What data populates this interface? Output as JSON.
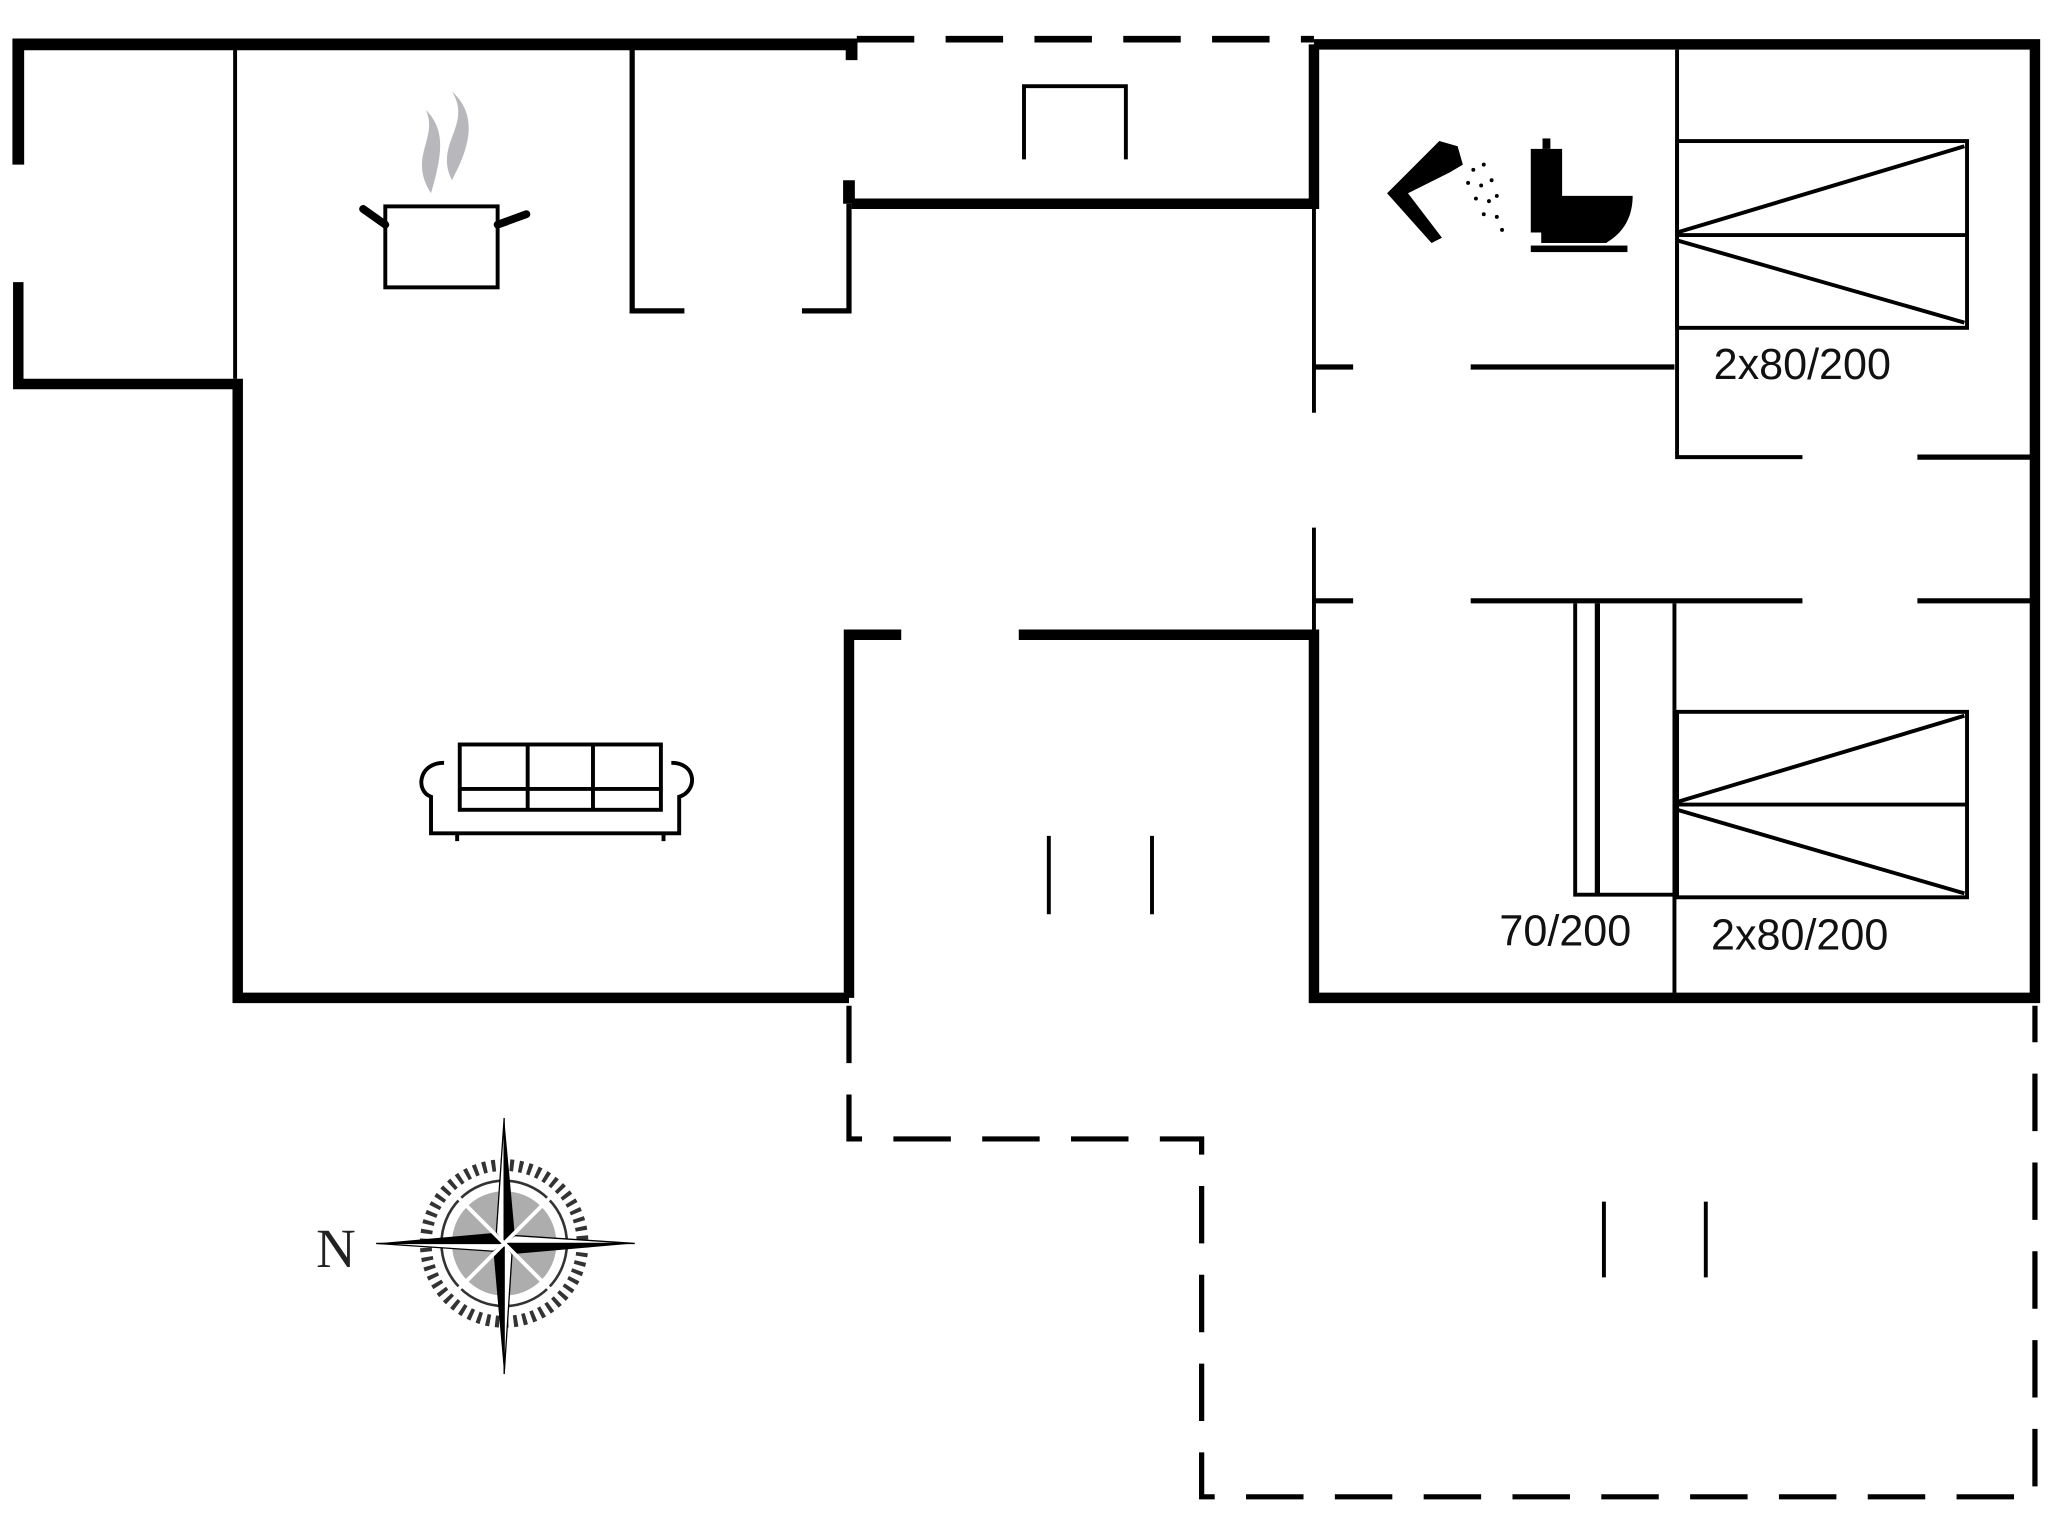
{
  "floorplan": {
    "rooms": [
      {
        "name": "kitchen",
        "icon": "cooking-pot-icon"
      },
      {
        "name": "living-room",
        "icon": "sofa-icon"
      },
      {
        "name": "bathroom",
        "icons": [
          "shower-icon",
          "toilet-icon"
        ]
      },
      {
        "name": "bedroom-1",
        "bed_label": "2x80/200"
      },
      {
        "name": "bedroom-2",
        "bed_labels": [
          "70/200",
          "2x80/200"
        ]
      }
    ],
    "labels": {
      "bed_top": "2x80/200",
      "bed_single": "70/200",
      "bed_bottom": "2x80/200"
    },
    "compass": {
      "north_label": "N"
    },
    "colors": {
      "wall": "#000000",
      "steam": "#b8b8bc",
      "background": "#ffffff"
    }
  }
}
